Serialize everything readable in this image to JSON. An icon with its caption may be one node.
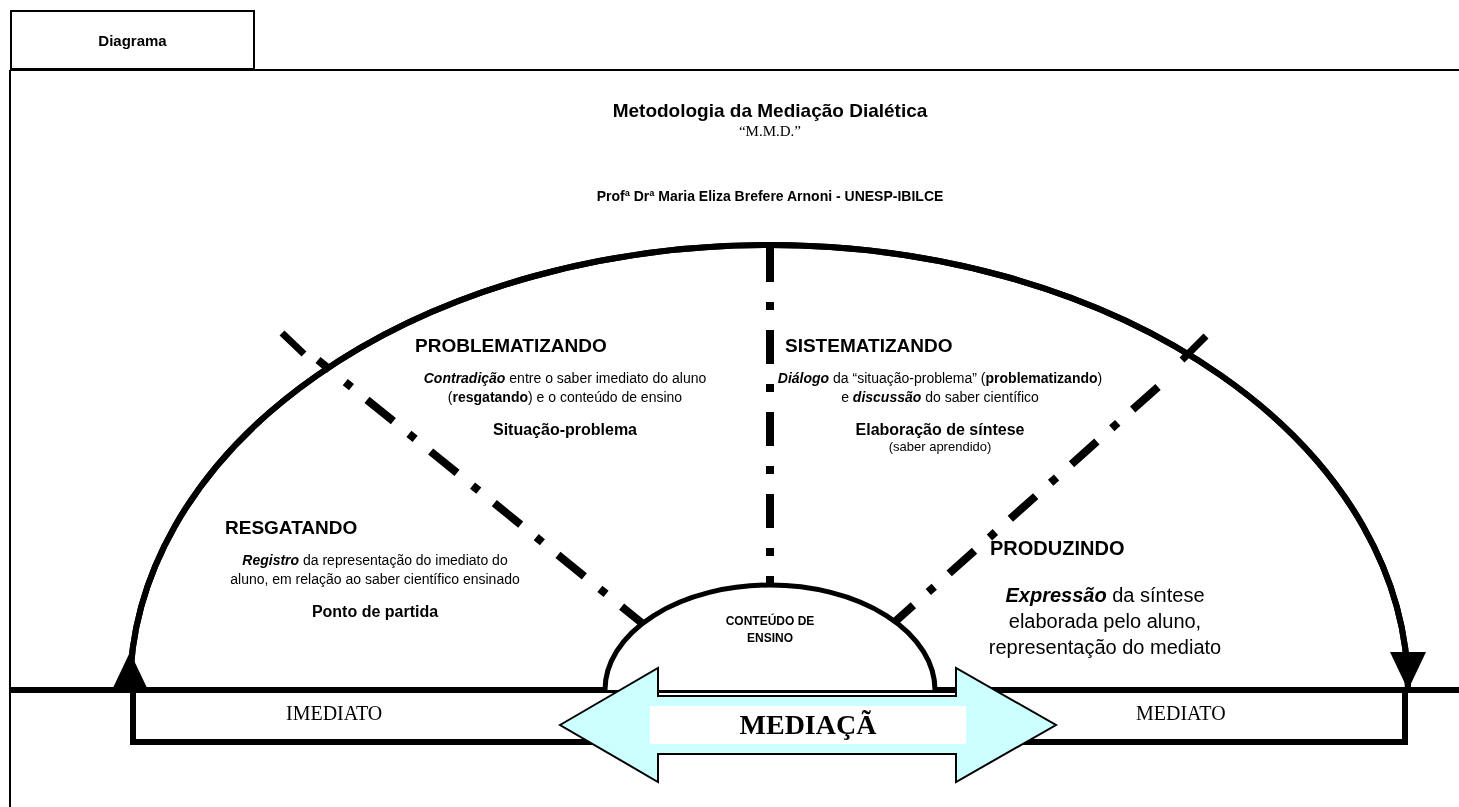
{
  "diagram": {
    "title": "Metodologia da Mediação Dialética",
    "nodes": [
      {
        "text": [
          "Diagrama"
        ]
      },
      {
        "text": [],
        "shape": "semicircle"
      },
      {
        "text": [
          "PROBLEMATIZANDO",
          "*Contradição* entre o saber imediato do aluno (**resgatando**) e o conteúdo de ensino",
          "Situação-problema"
        ],
        "in": 1
      },
      {
        "text": [
          "SISTEMATIZANDO",
          "*Diálogo* da “situação-problema” (**problematizando**) e *discussão* do saber científico",
          "Elaboração de síntese",
          "(saber aprendido)"
        ],
        "in": 1
      },
      {
        "text": [
          "RESGATANDO",
          "*Registro* da representação do imediato do aluno, em relação ao saber científico ensinado",
          "Ponto de partida"
        ],
        "in": 1
      },
      {
        "text": [
          "PRODUZINDO",
          "*Expressão* da síntese elaborada pelo aluno, representação do mediato"
        ],
        "in": 1
      },
      {
        "text": [
          "CONTEÚDO DE ENSINO"
        ],
        "in": 1
      },
      {
        "text": [
          "IMEDIATO",
          "MEDIATO"
        ]
      },
      {
        "text": [
          "MEDIAÇÃ"
        ]
      }
    ],
    "edges": [
      {
        "from": 7,
        "to": 7,
        "arrow": "to"
      }
    ],
    "labels": [
      "“M.M.D.”",
      "Profª Drª Maria Eliza Brefere Arnoni - UNESP-IBILCE"
    ]
  }
}
